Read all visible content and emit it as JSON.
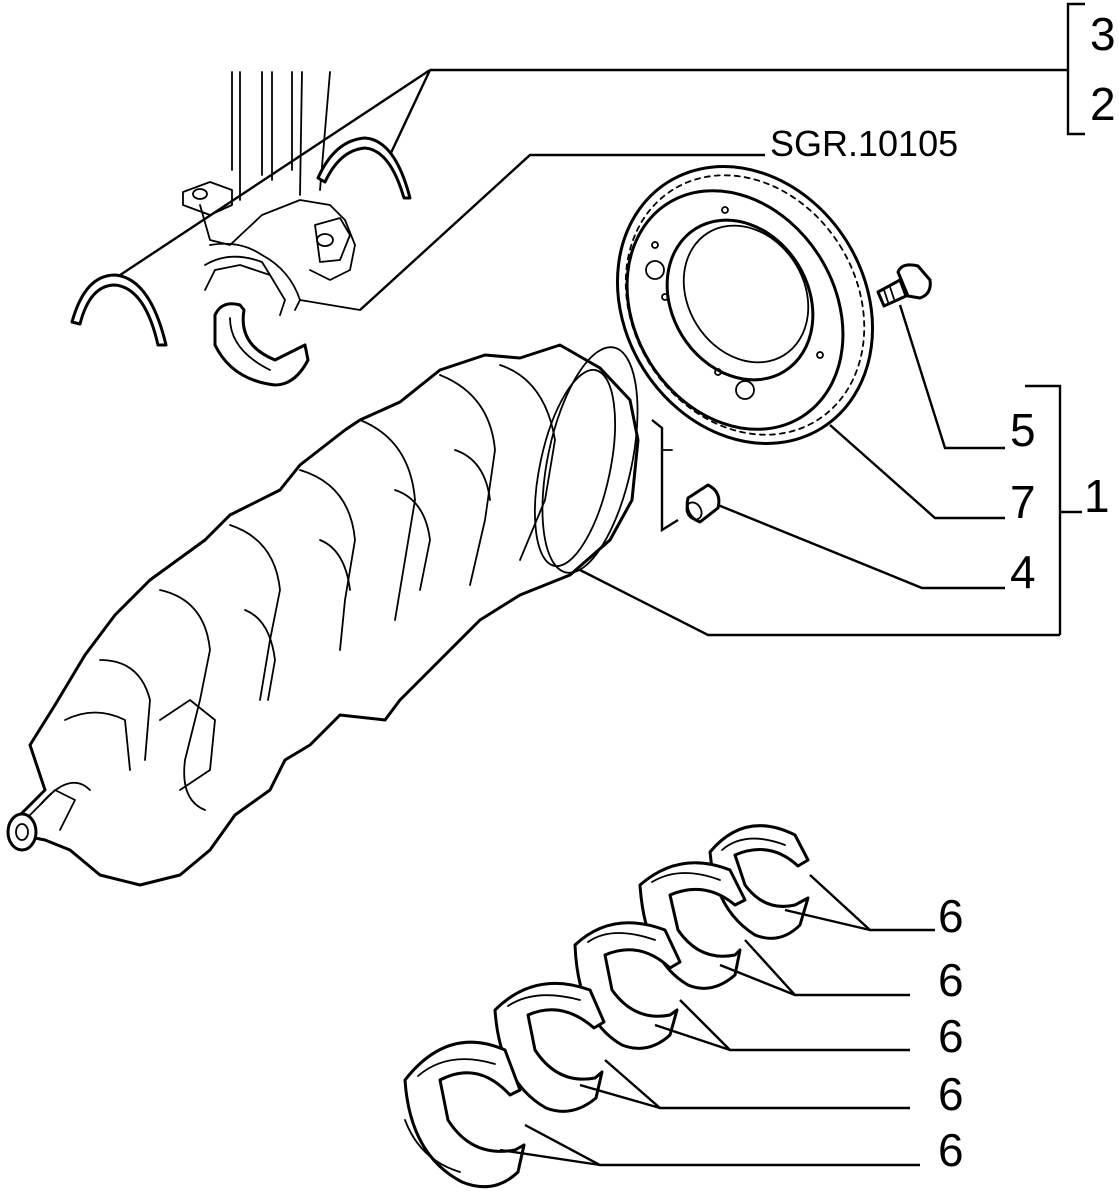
{
  "reference_code": "SGR.10105",
  "labels": {
    "l3": "3",
    "l2": "2",
    "l5": "5",
    "l7": "7",
    "l4": "4",
    "l1": "1",
    "l6a": "6",
    "l6b": "6",
    "l6c": "6",
    "l6d": "6",
    "l6e": "6"
  }
}
